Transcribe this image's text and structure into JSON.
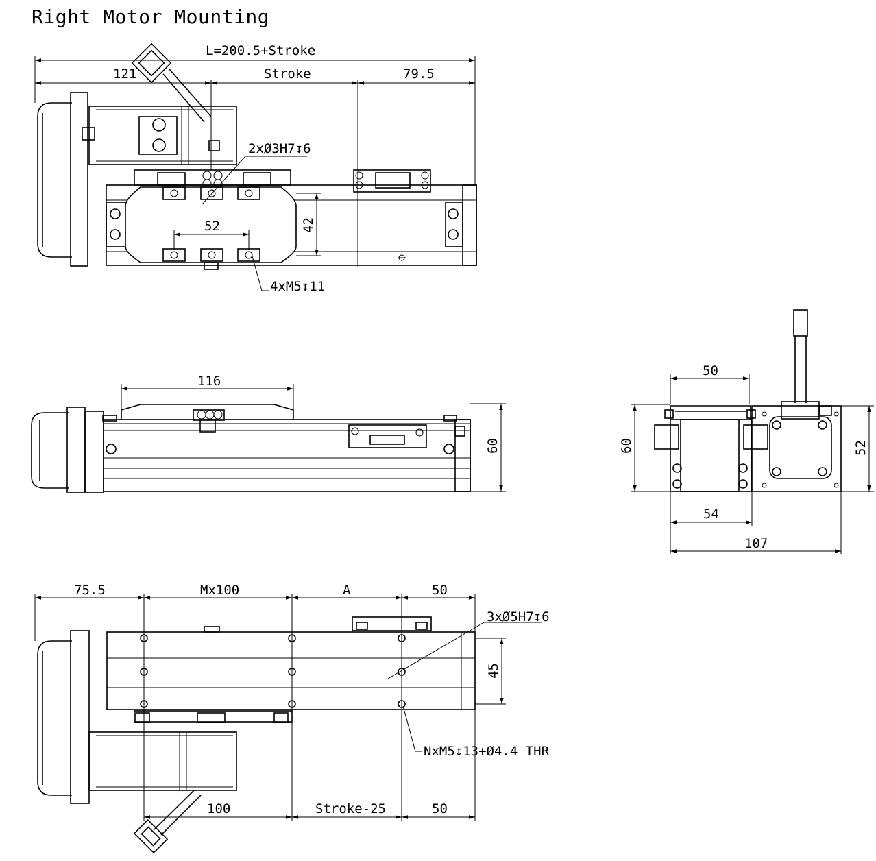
{
  "title": "Right Motor Mounting",
  "top_view": {
    "overall_length": "L=200.5+Stroke",
    "dim_left": "121",
    "dim_stroke": "Stroke",
    "dim_right": "79.5",
    "pin_holes": "2xØ3H7↧6",
    "hole_pitch": "52",
    "carriage_width": "42",
    "tapped_holes": "4xM5↧11"
  },
  "side_view": {
    "carriage_length": "116",
    "height": "60"
  },
  "end_view": {
    "carriage_width": "50",
    "height": "60",
    "motor_height": "52",
    "base_width": "54",
    "overall_width": "107"
  },
  "bottom_view": {
    "dim_left": "75.5",
    "dim_pitch_total": "Mx100",
    "dim_a": "A",
    "dim_right": "50",
    "dowel_holes": "3xØ5H7↧6",
    "rail_width": "45",
    "mount_holes": "NxM5↧13+Ø4.4 THR",
    "dim_pitch": "100",
    "dim_stroke_minus": "Stroke-25",
    "dim_end": "50"
  }
}
